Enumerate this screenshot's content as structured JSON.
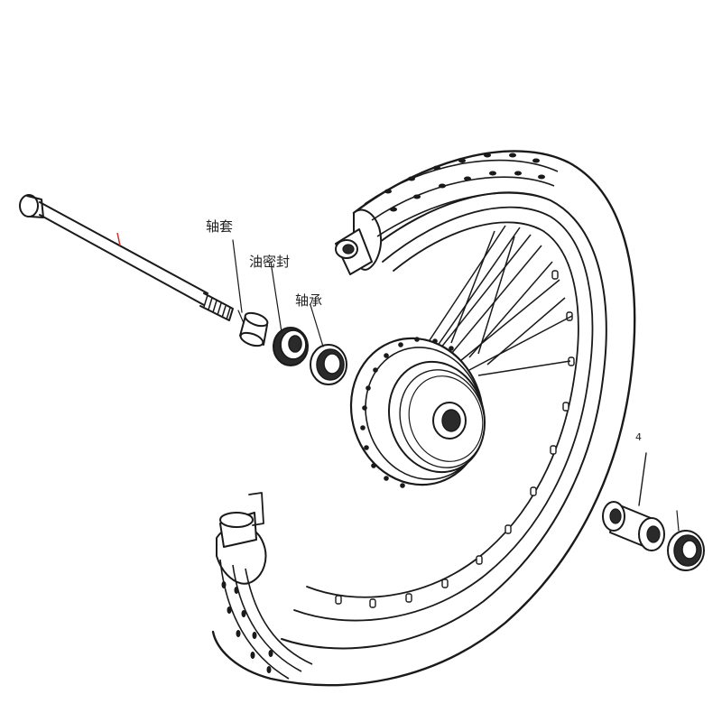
{
  "diagram": {
    "labels": {
      "axle_sleeve": "轴套",
      "oil_seal": "油密封",
      "bearing": "轴承"
    },
    "marks": {
      "axle": "1",
      "right_part": "4"
    },
    "colors": {
      "ink": "#1a1a1a",
      "background": "#ffffff",
      "axle_marker": "#cc3333"
    }
  }
}
